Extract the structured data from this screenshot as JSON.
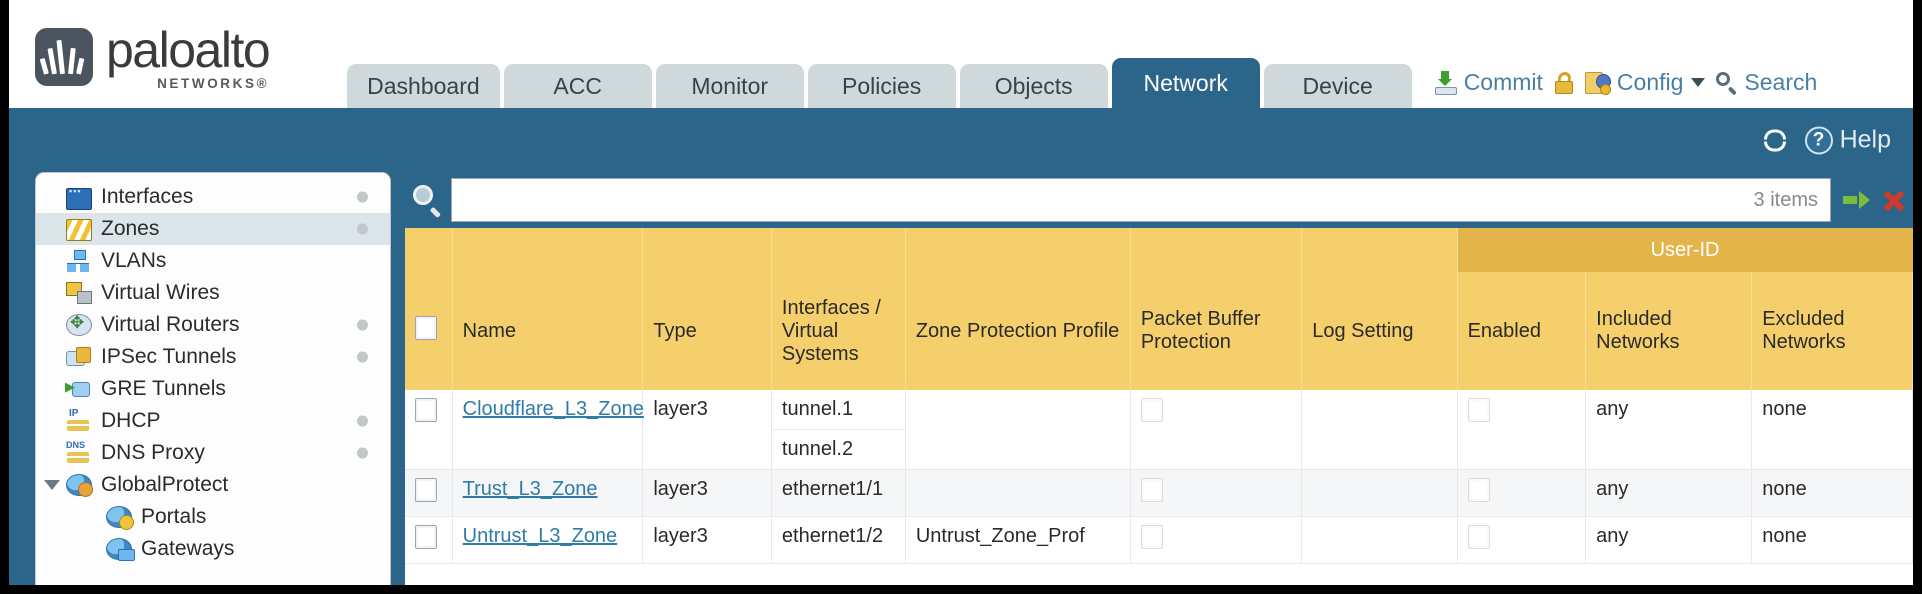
{
  "brand": {
    "name": "paloalto",
    "sub": "NETWORKS®"
  },
  "tabs": [
    {
      "label": "Dashboard",
      "active": false
    },
    {
      "label": "ACC",
      "active": false
    },
    {
      "label": "Monitor",
      "active": false
    },
    {
      "label": "Policies",
      "active": false
    },
    {
      "label": "Objects",
      "active": false
    },
    {
      "label": "Network",
      "active": true
    },
    {
      "label": "Device",
      "active": false
    }
  ],
  "top_actions": {
    "commit": "Commit",
    "config": "Config",
    "search": "Search"
  },
  "blue_bar": {
    "help": "Help"
  },
  "sidebar": {
    "items": [
      {
        "label": "Interfaces",
        "icon": "interfaces-icon",
        "dot": true,
        "child": false,
        "selected": false,
        "caret": false
      },
      {
        "label": "Zones",
        "icon": "zones-icon",
        "dot": true,
        "child": false,
        "selected": true,
        "caret": false
      },
      {
        "label": "VLANs",
        "icon": "vlans-icon",
        "dot": false,
        "child": false,
        "selected": false,
        "caret": false
      },
      {
        "label": "Virtual Wires",
        "icon": "virtual-wires-icon",
        "dot": false,
        "child": false,
        "selected": false,
        "caret": false
      },
      {
        "label": "Virtual Routers",
        "icon": "virtual-routers-icon",
        "dot": true,
        "child": false,
        "selected": false,
        "caret": false
      },
      {
        "label": "IPSec Tunnels",
        "icon": "ipsec-tunnels-icon",
        "dot": true,
        "child": false,
        "selected": false,
        "caret": false
      },
      {
        "label": "GRE Tunnels",
        "icon": "gre-tunnels-icon",
        "dot": false,
        "child": false,
        "selected": false,
        "caret": false
      },
      {
        "label": "DHCP",
        "icon": "dhcp-icon",
        "dot": true,
        "child": false,
        "selected": false,
        "caret": false
      },
      {
        "label": "DNS Proxy",
        "icon": "dns-proxy-icon",
        "dot": true,
        "child": false,
        "selected": false,
        "caret": false
      },
      {
        "label": "GlobalProtect",
        "icon": "globalprotect-icon",
        "dot": false,
        "child": false,
        "selected": false,
        "caret": true
      },
      {
        "label": "Portals",
        "icon": "portals-icon",
        "dot": false,
        "child": true,
        "selected": false,
        "caret": false
      },
      {
        "label": "Gateways",
        "icon": "gateways-icon",
        "dot": false,
        "child": true,
        "selected": false,
        "caret": false
      }
    ]
  },
  "search": {
    "value": "",
    "placeholder": "",
    "items_count": "3 items"
  },
  "table": {
    "group_header": {
      "label": "User-ID",
      "span": 3
    },
    "columns": [
      "Name",
      "Type",
      "Interfaces / Virtual Systems",
      "Zone Protection Profile",
      "Packet Buffer Protection",
      "Log Setting",
      "Enabled",
      "Included Networks",
      "Excluded Networks"
    ],
    "rows": [
      {
        "selected": false,
        "name": "Cloudflare_L3_Zone",
        "type": "layer3",
        "interfaces": [
          "tunnel.1",
          "tunnel.2"
        ],
        "zone_protection_profile": "",
        "packet_buffer_protection": false,
        "log_setting": "",
        "userid_enabled": false,
        "included_networks": "any",
        "excluded_networks": "none"
      },
      {
        "selected": false,
        "name": "Trust_L3_Zone",
        "type": "layer3",
        "interfaces": [
          "ethernet1/1"
        ],
        "zone_protection_profile": "",
        "packet_buffer_protection": false,
        "log_setting": "",
        "userid_enabled": false,
        "included_networks": "any",
        "excluded_networks": "none"
      },
      {
        "selected": false,
        "name": "Untrust_L3_Zone",
        "type": "layer3",
        "interfaces": [
          "ethernet1/2"
        ],
        "zone_protection_profile": "Untrust_Zone_Prof",
        "packet_buffer_protection": false,
        "log_setting": "",
        "userid_enabled": false,
        "included_networks": "any",
        "excluded_networks": "none"
      }
    ]
  },
  "colors": {
    "brand_blue": "#2b6589",
    "table_header": "#f5cf6b",
    "group_header": "#e3b449",
    "link": "#2f7ca8"
  }
}
